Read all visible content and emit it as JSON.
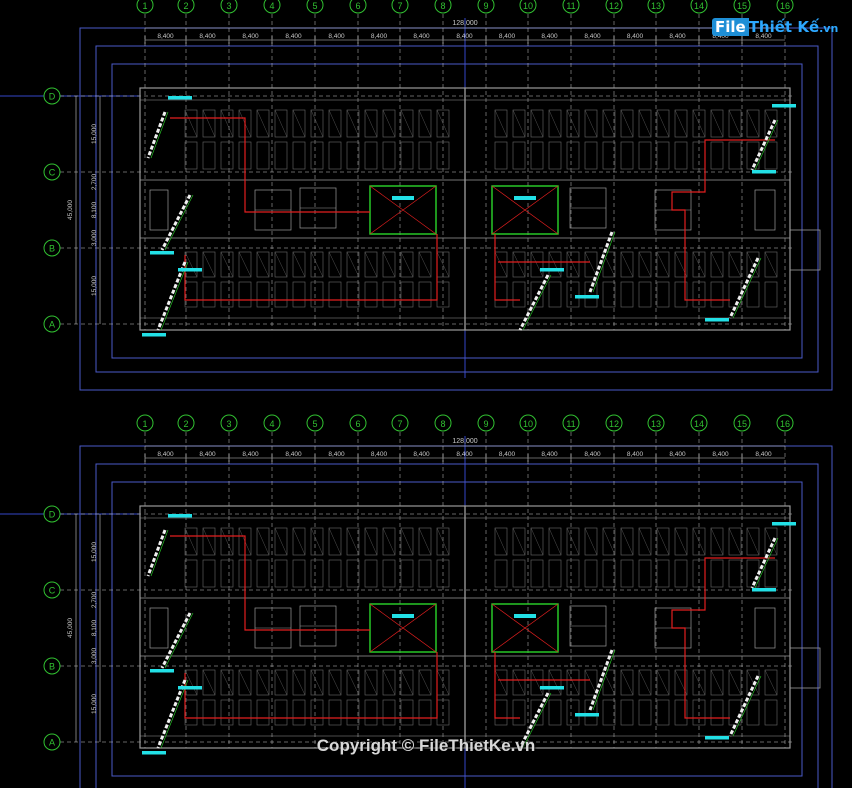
{
  "watermark": {
    "logo_prefix": "File",
    "logo_main": "Thiết Kế",
    "logo_suffix": ".vn",
    "copyright": "Copyright © FileThietKe.vn"
  },
  "colors": {
    "background": "#000000",
    "grid_bubble": "#31c131",
    "dim_line": "#c8c8c8",
    "dim_text": "#c8c8c8",
    "border": "#4a5ac8",
    "axis_line": "#3346c8",
    "wall": "#9a9a9a",
    "furniture": "#6a6a6a",
    "pipe": "#e21f1f",
    "equipment": "#2ad62a",
    "tag": "#22e0e6",
    "riser": "#f0f0f0"
  },
  "plans": [
    {
      "id": "upper",
      "overall_dimension": "128,000",
      "column_labels": [
        "1",
        "2",
        "3",
        "4",
        "5",
        "6",
        "7",
        "8",
        "9",
        "10",
        "11",
        "12",
        "13",
        "14",
        "15",
        "16"
      ],
      "bay_dimensions": [
        "8,400",
        "8,400",
        "8,400",
        "8,400",
        "8,400",
        "8,400",
        "8,400",
        "8,400",
        "8,400",
        "8,400",
        "8,400",
        "8,400",
        "8,400",
        "8,400",
        "8,400"
      ],
      "row_labels": [
        "D",
        "C",
        "B",
        "A"
      ],
      "row_dimensions": [
        "15,000",
        "2,700",
        "8,100",
        "3,000",
        "15,000"
      ],
      "row_total": "45,000"
    },
    {
      "id": "lower",
      "overall_dimension": "128,000",
      "column_labels": [
        "1",
        "2",
        "3",
        "4",
        "5",
        "6",
        "7",
        "8",
        "9",
        "10",
        "11",
        "12",
        "13",
        "14",
        "15",
        "16"
      ],
      "bay_dimensions": [
        "8,400",
        "8,400",
        "8,400",
        "8,400",
        "8,400",
        "8,400",
        "8,400",
        "8,400",
        "8,400",
        "8,400",
        "8,400",
        "8,400",
        "8,400",
        "8,400",
        "8,400"
      ],
      "row_labels": [
        "D",
        "C",
        "B",
        "A"
      ],
      "row_dimensions": [
        "15,000",
        "2,700",
        "8,100",
        "3,000",
        "15,000"
      ],
      "row_total": "45,000"
    }
  ]
}
